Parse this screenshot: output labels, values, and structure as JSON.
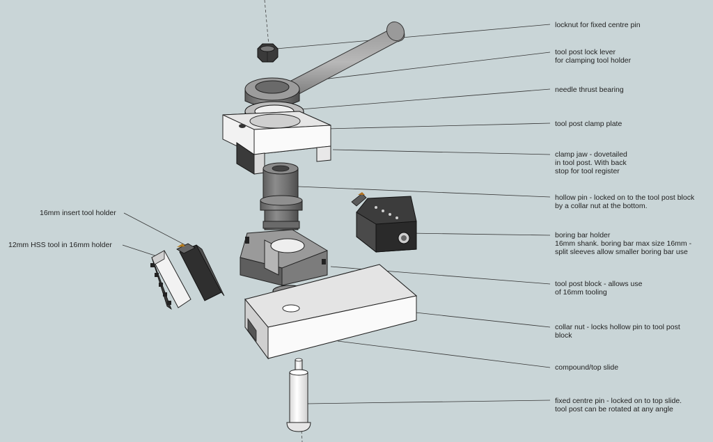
{
  "labels": {
    "locknut": [
      "locknut for fixed centre pin"
    ],
    "lever": [
      "tool post lock lever",
      "for clamping tool holder"
    ],
    "bearing": [
      "needle thrust bearing"
    ],
    "clamp_plate": [
      "tool post clamp plate"
    ],
    "clamp_jaw": [
      "clamp jaw - dovetailed",
      "in tool post. With back",
      "stop for tool register"
    ],
    "hollow_pin": [
      "hollow pin - locked on to the tool post block",
      "by a collar nut at the bottom."
    ],
    "boring_bar": [
      "boring bar holder",
      "16mm shank. boring bar max size 16mm -",
      "split sleeves allow smaller boring bar use"
    ],
    "tool_post_block": [
      "tool post block - allows use",
      "of 16mm tooling"
    ],
    "collar_nut": [
      "collar nut - locks hollow pin to tool post",
      "block"
    ],
    "compound_slide": [
      "compound/top slide"
    ],
    "fixed_pin": [
      "fixed centre pin - locked on to top slide.",
      "tool post can be rotated at any angle"
    ],
    "insert_holder": [
      "16mm insert tool holder"
    ],
    "hss_tool": [
      "12mm HSS tool in 16mm holder"
    ]
  },
  "colors": {
    "background": "#c9d5d7",
    "part_light": "#f2f2f2",
    "part_mid": "#a8a8a8",
    "part_dark": "#6e6e6e",
    "part_black": "#2a2a2a",
    "leader": "#333333"
  }
}
